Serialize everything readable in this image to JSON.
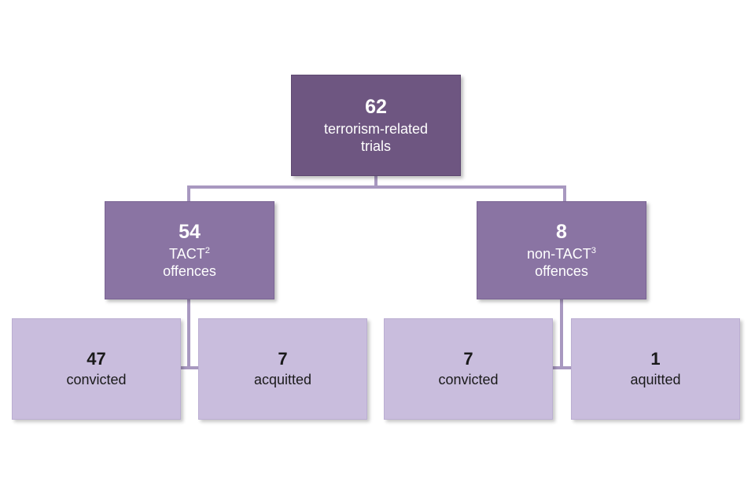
{
  "diagram": {
    "title_root": {
      "number": "62",
      "label_line1": "terrorism-related",
      "label_line2": "trials"
    },
    "level2": [
      {
        "number": "54",
        "label_line1": "TACT",
        "label_sup": "2",
        "label_line1_tail": " offences",
        "label_line2": "offences"
      },
      {
        "number": "8",
        "label_line1": "non-TACT",
        "label_sup": "3",
        "label_line2": "offences"
      }
    ],
    "level3": [
      {
        "number": "47",
        "label": "convicted"
      },
      {
        "number": "7",
        "label": "acquitted"
      },
      {
        "number": "7",
        "label": "convicted"
      },
      {
        "number": "1",
        "label": "aquitted"
      }
    ],
    "colors": {
      "root_fill": "#6e5681",
      "level2_fill": "#8a74a3",
      "level3_fill": "#c9bddd",
      "connector": "#a898c0",
      "background": "#ffffff"
    }
  }
}
